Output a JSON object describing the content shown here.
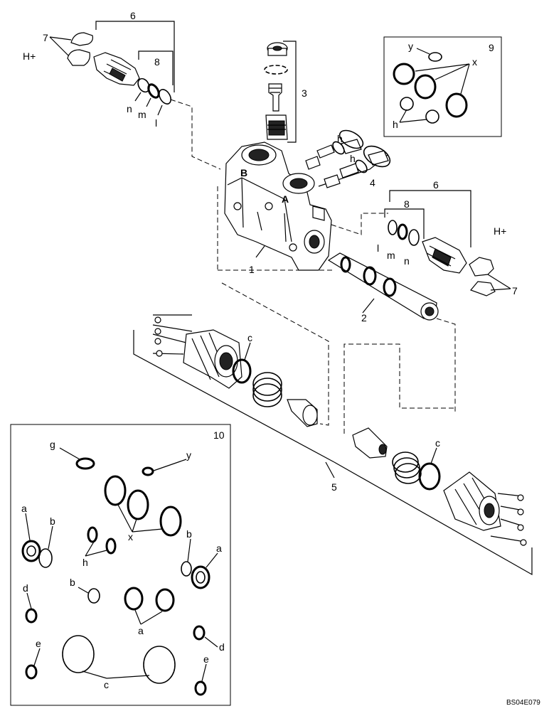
{
  "labels": {
    "l1": "1",
    "l2": "2",
    "l3": "3",
    "l4": "4",
    "l5": "5",
    "l6a": "6",
    "l6b": "6",
    "l7a": "7",
    "l7b": "7",
    "l8a": "8",
    "l8b": "8",
    "l9": "9",
    "l10": "10",
    "B": "B",
    "A": "A",
    "n1": "n",
    "m1": "m",
    "ll1": "l",
    "n2": "n",
    "m2": "m",
    "ll2": "l",
    "h1": "h",
    "h2": "h",
    "c1": "c",
    "c2": "c",
    "hplus1": "H+",
    "hplus2": "H+"
  },
  "box9": {
    "title": "9",
    "y": "y",
    "x": "x",
    "h": "h"
  },
  "box10": {
    "title": "10",
    "g": "g",
    "y": "y",
    "x": "x",
    "h": "h",
    "a1": "a",
    "b1": "b",
    "b2": "b",
    "a2": "a",
    "d1": "d",
    "b3": "b",
    "a3": "a",
    "e1": "e",
    "c": "c",
    "d2": "d",
    "e2": "e"
  },
  "code": "BS04E079"
}
